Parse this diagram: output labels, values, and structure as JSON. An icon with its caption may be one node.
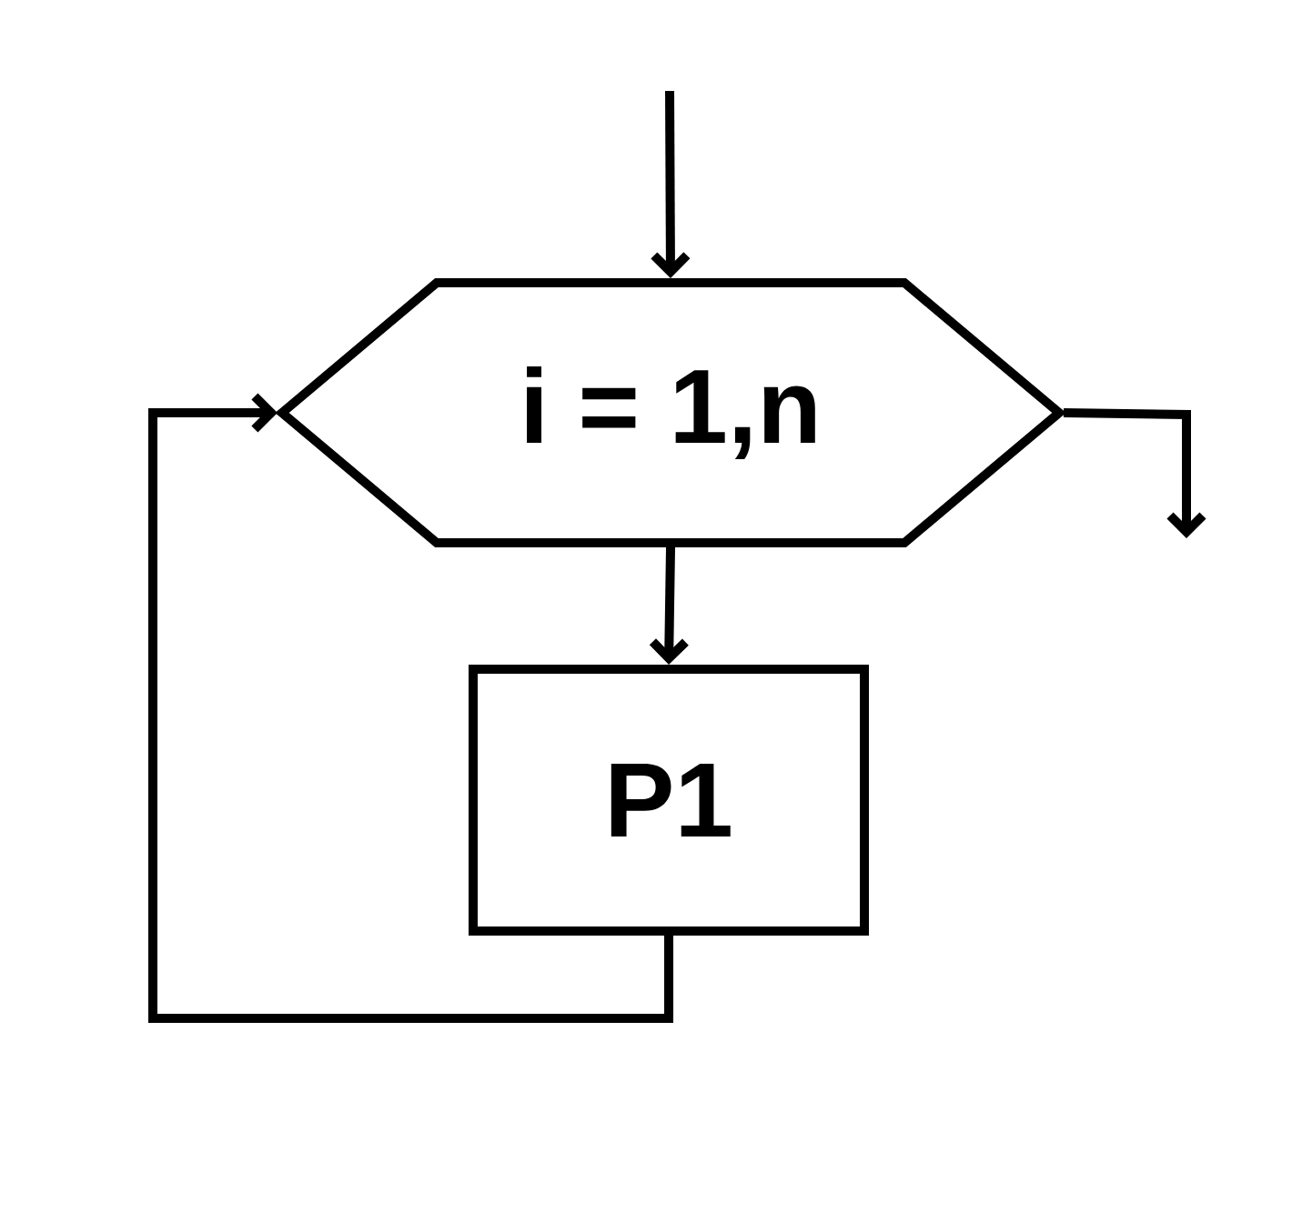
{
  "diagram": {
    "nodes": [
      {
        "text": [
          "i = 1,n"
        ]
      },
      {
        "text": [
          "P1"
        ]
      }
    ],
    "edges": [
      {
        "from": null,
        "to": 0,
        "arrow": "to"
      },
      {
        "from": 0,
        "to": null,
        "arrow": "to"
      },
      {
        "from": 0,
        "to": 1,
        "arrow": "to"
      },
      {
        "from": 1,
        "to": 0,
        "arrow": "to"
      }
    ]
  }
}
